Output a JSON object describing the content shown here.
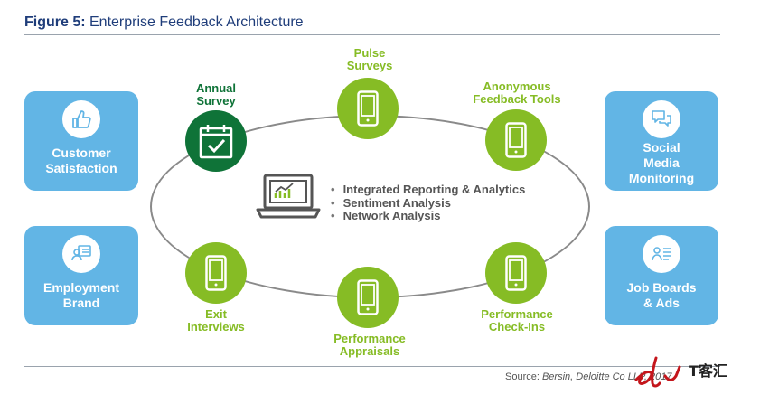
{
  "figure": {
    "title_prefix": "Figure 5:",
    "title_text": " Enterprise Feedback Architecture"
  },
  "side_boxes": [
    {
      "label": "Customer\nSatisfaction",
      "icon": "thumbs-up-icon"
    },
    {
      "label": "Employment\nBrand",
      "icon": "id-card-icon"
    },
    {
      "label": "Social\nMedia\nMonitoring",
      "icon": "chat-bubbles-icon"
    },
    {
      "label": "Job Boards\n& Ads",
      "icon": "person-list-icon"
    }
  ],
  "nodes": [
    {
      "label": "Annual\nSurvey",
      "icon": "calendar-check-icon"
    },
    {
      "label": "Pulse\nSurveys",
      "icon": "mobile-phone-icon"
    },
    {
      "label": "Anonymous\nFeedback Tools",
      "icon": "mobile-phone-icon"
    },
    {
      "label": "Exit\nInterviews",
      "icon": "mobile-phone-icon"
    },
    {
      "label": "Performance\nAppraisals",
      "icon": "mobile-phone-icon"
    },
    {
      "label": "Performance\nCheck-Ins",
      "icon": "mobile-phone-icon"
    }
  ],
  "center": {
    "icon": "laptop-chart-icon",
    "items": [
      "Integrated Reporting & Analytics",
      "Sentiment Analysis",
      "Network Analysis"
    ]
  },
  "source": {
    "prefix": "Source: ",
    "text": "Bersin, Deloitte Co",
    "text_tail": "LLP, 2017."
  },
  "watermark": {
    "text": "T客汇",
    "icon": "logo-mark"
  },
  "colors": {
    "blue_box": "#62b5e5",
    "green_node": "#86bc25",
    "dark_green_node": "#0f7338",
    "title": "#1f3d7a",
    "watermark_red": "#c4161c"
  }
}
